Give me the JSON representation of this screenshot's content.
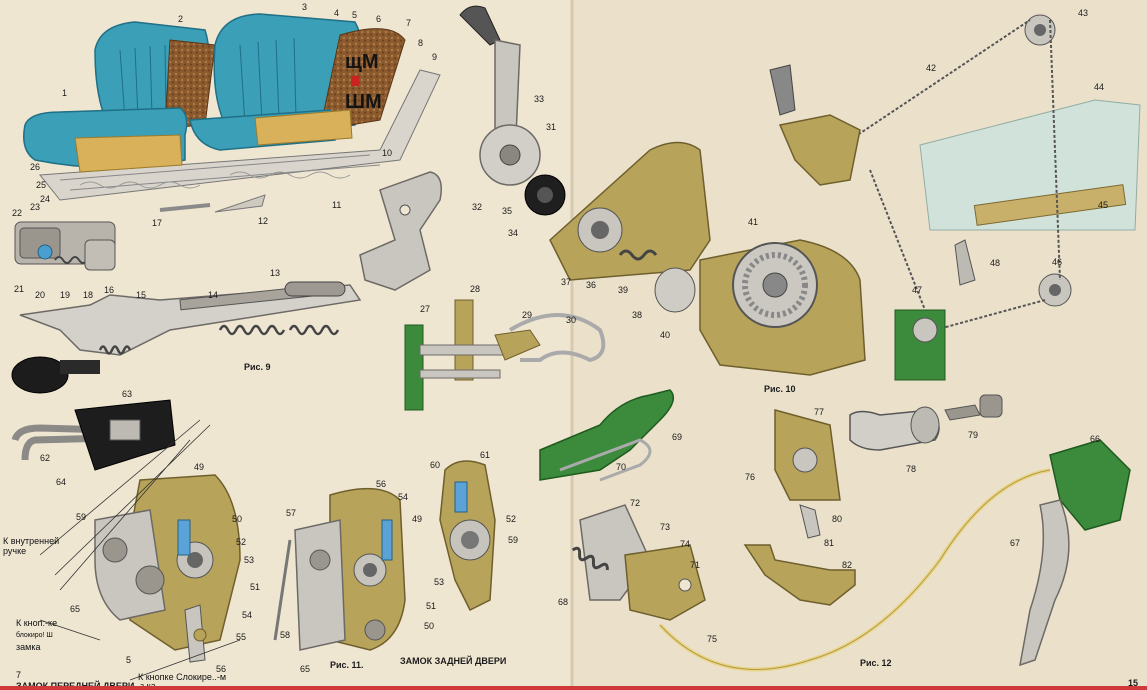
{
  "colors": {
    "page": "#efe6d2",
    "seat_blue": "#3a9fb7",
    "seat_blue_dark": "#1f6f86",
    "cushion_tan": "#d8b15a",
    "foam_brown": "#8a5a2e",
    "metal_light": "#c9c6c0",
    "metal_dark": "#6d6a66",
    "brass": "#b7a35a",
    "green_part": "#3c8a3c",
    "glass": "#cfe3dc",
    "cable": "#e8d48a",
    "bottom_bar": "#d0393a"
  },
  "overlay": {
    "line1": "щМ",
    "line2": "ШМ"
  },
  "captions": {
    "fig9": "Рис. 9",
    "fig10": "Рис. 10",
    "fig11": "Рис. 11.",
    "fig12": "Рис. 12",
    "rear_lock": "ЗАМОК ЗАДНЕЙ ДВЕРИ",
    "front_lock": "ЗАМОК ПЕРЕДНЕЙ ДВЕРИ",
    "page_number": "15"
  },
  "notes": {
    "inner_handle_1": "К внутренней",
    "inner_handle_2": "ручке",
    "button_1": "К кноп:-ке",
    "button_2": "блокиро! Ш",
    "lock_word": "замка",
    "num_5": "5",
    "num_7": "7",
    "button_lock": "К кнопке Слокире..-м",
    "fragment": "з ка"
  },
  "labels": [
    {
      "id": "1",
      "text": "1"
    },
    {
      "id": "2",
      "text": "2"
    },
    {
      "id": "3",
      "text": "3"
    },
    {
      "id": "4",
      "text": "4"
    },
    {
      "id": "5",
      "text": "5"
    },
    {
      "id": "6",
      "text": "6"
    },
    {
      "id": "7",
      "text": "7"
    },
    {
      "id": "8",
      "text": "8"
    },
    {
      "id": "9",
      "text": "9"
    },
    {
      "id": "10",
      "text": "10"
    },
    {
      "id": "11",
      "text": "11"
    },
    {
      "id": "12",
      "text": "12"
    },
    {
      "id": "13",
      "text": "13"
    },
    {
      "id": "14",
      "text": "14"
    },
    {
      "id": "15",
      "text": "15"
    },
    {
      "id": "16",
      "text": "16"
    },
    {
      "id": "17",
      "text": "17"
    },
    {
      "id": "18",
      "text": "18"
    },
    {
      "id": "19",
      "text": "19"
    },
    {
      "id": "20",
      "text": "20"
    },
    {
      "id": "21",
      "text": "21"
    },
    {
      "id": "22",
      "text": "22"
    },
    {
      "id": "23",
      "text": "23"
    },
    {
      "id": "24",
      "text": "24"
    },
    {
      "id": "25",
      "text": "25"
    },
    {
      "id": "26",
      "text": "26"
    },
    {
      "id": "27",
      "text": "27"
    },
    {
      "id": "28",
      "text": "28"
    },
    {
      "id": "29",
      "text": "29"
    },
    {
      "id": "30",
      "text": "30"
    },
    {
      "id": "31",
      "text": "31"
    },
    {
      "id": "32",
      "text": "32"
    },
    {
      "id": "33",
      "text": "33"
    },
    {
      "id": "34",
      "text": "34"
    },
    {
      "id": "35",
      "text": "35"
    },
    {
      "id": "36",
      "text": "36"
    },
    {
      "id": "37",
      "text": "37"
    },
    {
      "id": "38",
      "text": "38"
    },
    {
      "id": "39",
      "text": "39"
    },
    {
      "id": "40",
      "text": "40"
    },
    {
      "id": "41",
      "text": "41"
    },
    {
      "id": "42",
      "text": "42"
    },
    {
      "id": "43",
      "text": "43"
    },
    {
      "id": "44",
      "text": "44"
    },
    {
      "id": "45",
      "text": "45"
    },
    {
      "id": "46",
      "text": "46"
    },
    {
      "id": "47",
      "text": "47"
    },
    {
      "id": "48",
      "text": "48"
    },
    {
      "id": "49a",
      "text": "49"
    },
    {
      "id": "49b",
      "text": "49"
    },
    {
      "id": "50a",
      "text": "50"
    },
    {
      "id": "50b",
      "text": "50"
    },
    {
      "id": "51a",
      "text": "51"
    },
    {
      "id": "51b",
      "text": "51"
    },
    {
      "id": "52a",
      "text": "52"
    },
    {
      "id": "52b",
      "text": "52"
    },
    {
      "id": "53a",
      "text": "53"
    },
    {
      "id": "53b",
      "text": "53"
    },
    {
      "id": "54a",
      "text": "54"
    },
    {
      "id": "54b",
      "text": "54"
    },
    {
      "id": "55",
      "text": "55"
    },
    {
      "id": "56a",
      "text": "56"
    },
    {
      "id": "56b",
      "text": "56"
    },
    {
      "id": "57",
      "text": "57"
    },
    {
      "id": "58",
      "text": "58"
    },
    {
      "id": "59a",
      "text": "59"
    },
    {
      "id": "59b",
      "text": "59"
    },
    {
      "id": "60",
      "text": "60"
    },
    {
      "id": "61",
      "text": "61"
    },
    {
      "id": "62",
      "text": "62"
    },
    {
      "id": "63",
      "text": "63"
    },
    {
      "id": "64",
      "text": "64"
    },
    {
      "id": "65a",
      "text": "65"
    },
    {
      "id": "65b",
      "text": "65"
    },
    {
      "id": "66",
      "text": "66"
    },
    {
      "id": "67",
      "text": "67"
    },
    {
      "id": "68",
      "text": "68"
    },
    {
      "id": "69",
      "text": "69"
    },
    {
      "id": "70",
      "text": "70"
    },
    {
      "id": "71",
      "text": "71"
    },
    {
      "id": "72",
      "text": "72"
    },
    {
      "id": "73",
      "text": "73"
    },
    {
      "id": "74",
      "text": "74"
    },
    {
      "id": "75",
      "text": "75"
    },
    {
      "id": "76",
      "text": "76"
    },
    {
      "id": "77",
      "text": "77"
    },
    {
      "id": "78",
      "text": "78"
    },
    {
      "id": "79",
      "text": "79"
    },
    {
      "id": "80",
      "text": "80"
    },
    {
      "id": "81",
      "text": "81"
    },
    {
      "id": "82",
      "text": "82"
    }
  ]
}
